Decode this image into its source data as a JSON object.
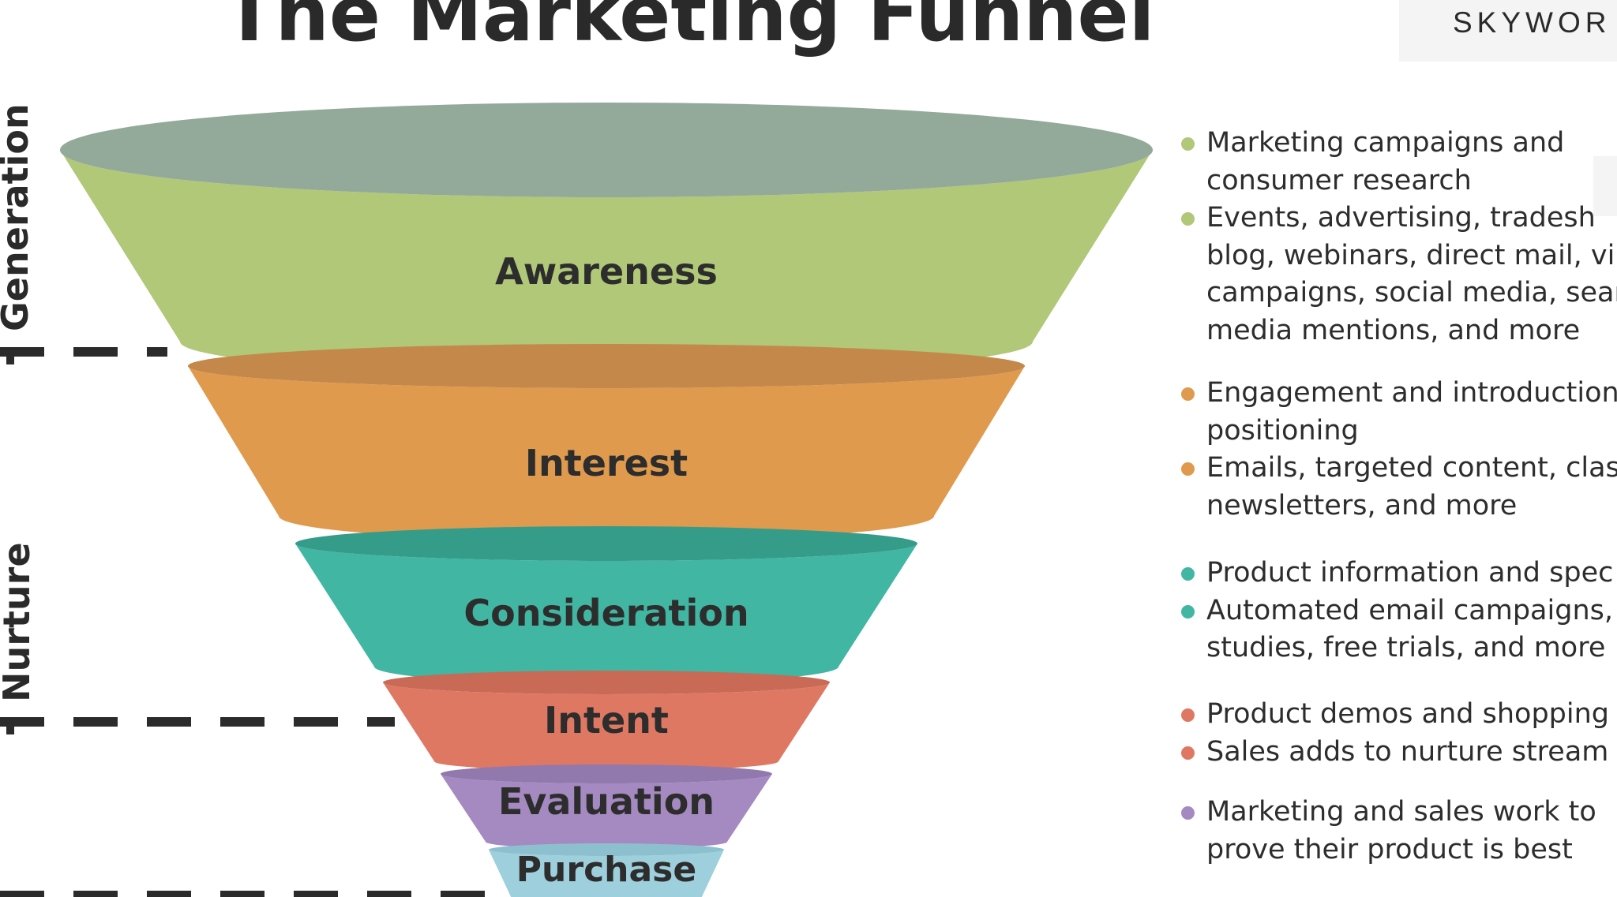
{
  "title": "The Marketing Funnel",
  "logo": "SKYWOR",
  "side_labels": {
    "top": "Generation",
    "bottom": "Nurture"
  },
  "stages": [
    {
      "label": "Awareness",
      "color": "#b0c878",
      "rim": "#93a99a"
    },
    {
      "label": "Interest",
      "color": "#e09a4e",
      "rim": "#c4894a"
    },
    {
      "label": "Consideration",
      "color": "#40b6a3",
      "rim": "#369c8a"
    },
    {
      "label": "Intent",
      "color": "#df7863",
      "rim": "#c96a57"
    },
    {
      "label": "Evaluation",
      "color": "#a58ac2",
      "rim": "#9178ad"
    },
    {
      "label": "Purchase",
      "color": "#9ecfdc",
      "rim": "#8dc0cf"
    }
  ],
  "descriptions": [
    {
      "color": "#b0c878",
      "items": [
        [
          "Marketing campaigns and",
          "consumer research"
        ],
        [
          "Events, advertising, tradesh",
          "blog, webinars, direct mail, vir",
          "campaigns, social media, sear",
          "media mentions, and more"
        ]
      ]
    },
    {
      "color": "#e09a4e",
      "items": [
        [
          "Engagement and introduction",
          "positioning"
        ],
        [
          "Emails, targeted content, class",
          "newsletters, and more"
        ]
      ]
    },
    {
      "color": "#40b6a3",
      "items": [
        [
          "Product information and spec"
        ],
        [
          "Automated email campaigns,",
          "studies, free trials, and more"
        ]
      ]
    },
    {
      "color": "#df7863",
      "items": [
        [
          "Product demos and shopping"
        ],
        [
          "Sales adds to nurture stream"
        ]
      ]
    },
    {
      "color": "#a58ac2",
      "items": [
        [
          "Marketing and sales work to",
          "prove their product is best"
        ]
      ]
    }
  ]
}
